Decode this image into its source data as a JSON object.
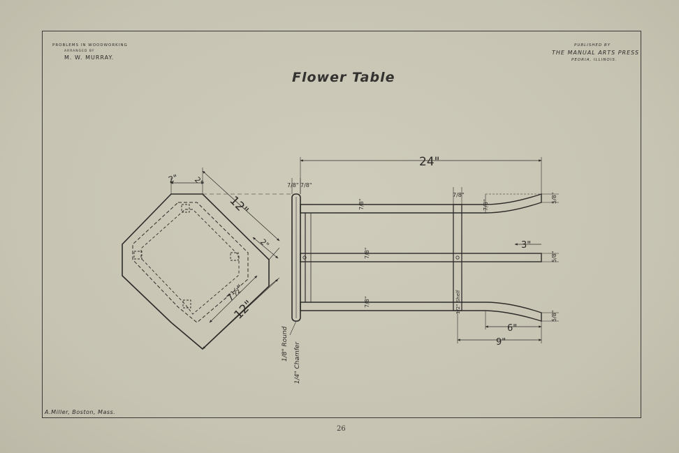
{
  "header": {
    "series": "PROBLEMS IN WOODWORKING",
    "arranged": "ARRANGED BY",
    "author": "M. W. MURRAY.",
    "published": "PUBLISHED BY",
    "publisher": "THE MANUAL ARTS PRESS",
    "city": "PEORIA, ILLINOIS."
  },
  "title": "Flower Table",
  "footer": {
    "engraver": "A.Miller, Boston, Mass.",
    "page_number": "26"
  },
  "dimensions": {
    "overall_length": "24\"",
    "top_diag_a": "12\"",
    "top_diag_b": "12\"",
    "corner_2a": "2\"",
    "corner_2b": "2\"",
    "corner_2c": "2\"",
    "inner_7half": "7½\"",
    "top_thk_a": "7/8\"",
    "top_thk_b": "7/8\"",
    "rail_top": "7/8\"",
    "rail_mid": "7/8\"",
    "rail_bot": "7/8\"",
    "stretcher": "7/8\"",
    "leg_tip_a": "7/8\"",
    "end_top": "5/8\"",
    "end_mid": "5/8\"",
    "end_bot": "5/8\"",
    "curve_3": "3\"",
    "curve_6": "6\"",
    "curve_9": "9\"",
    "round": "1/8\" Round",
    "chamfer": "1/4\" Chamfer",
    "shelf_note": "1/2\" Shelf"
  }
}
